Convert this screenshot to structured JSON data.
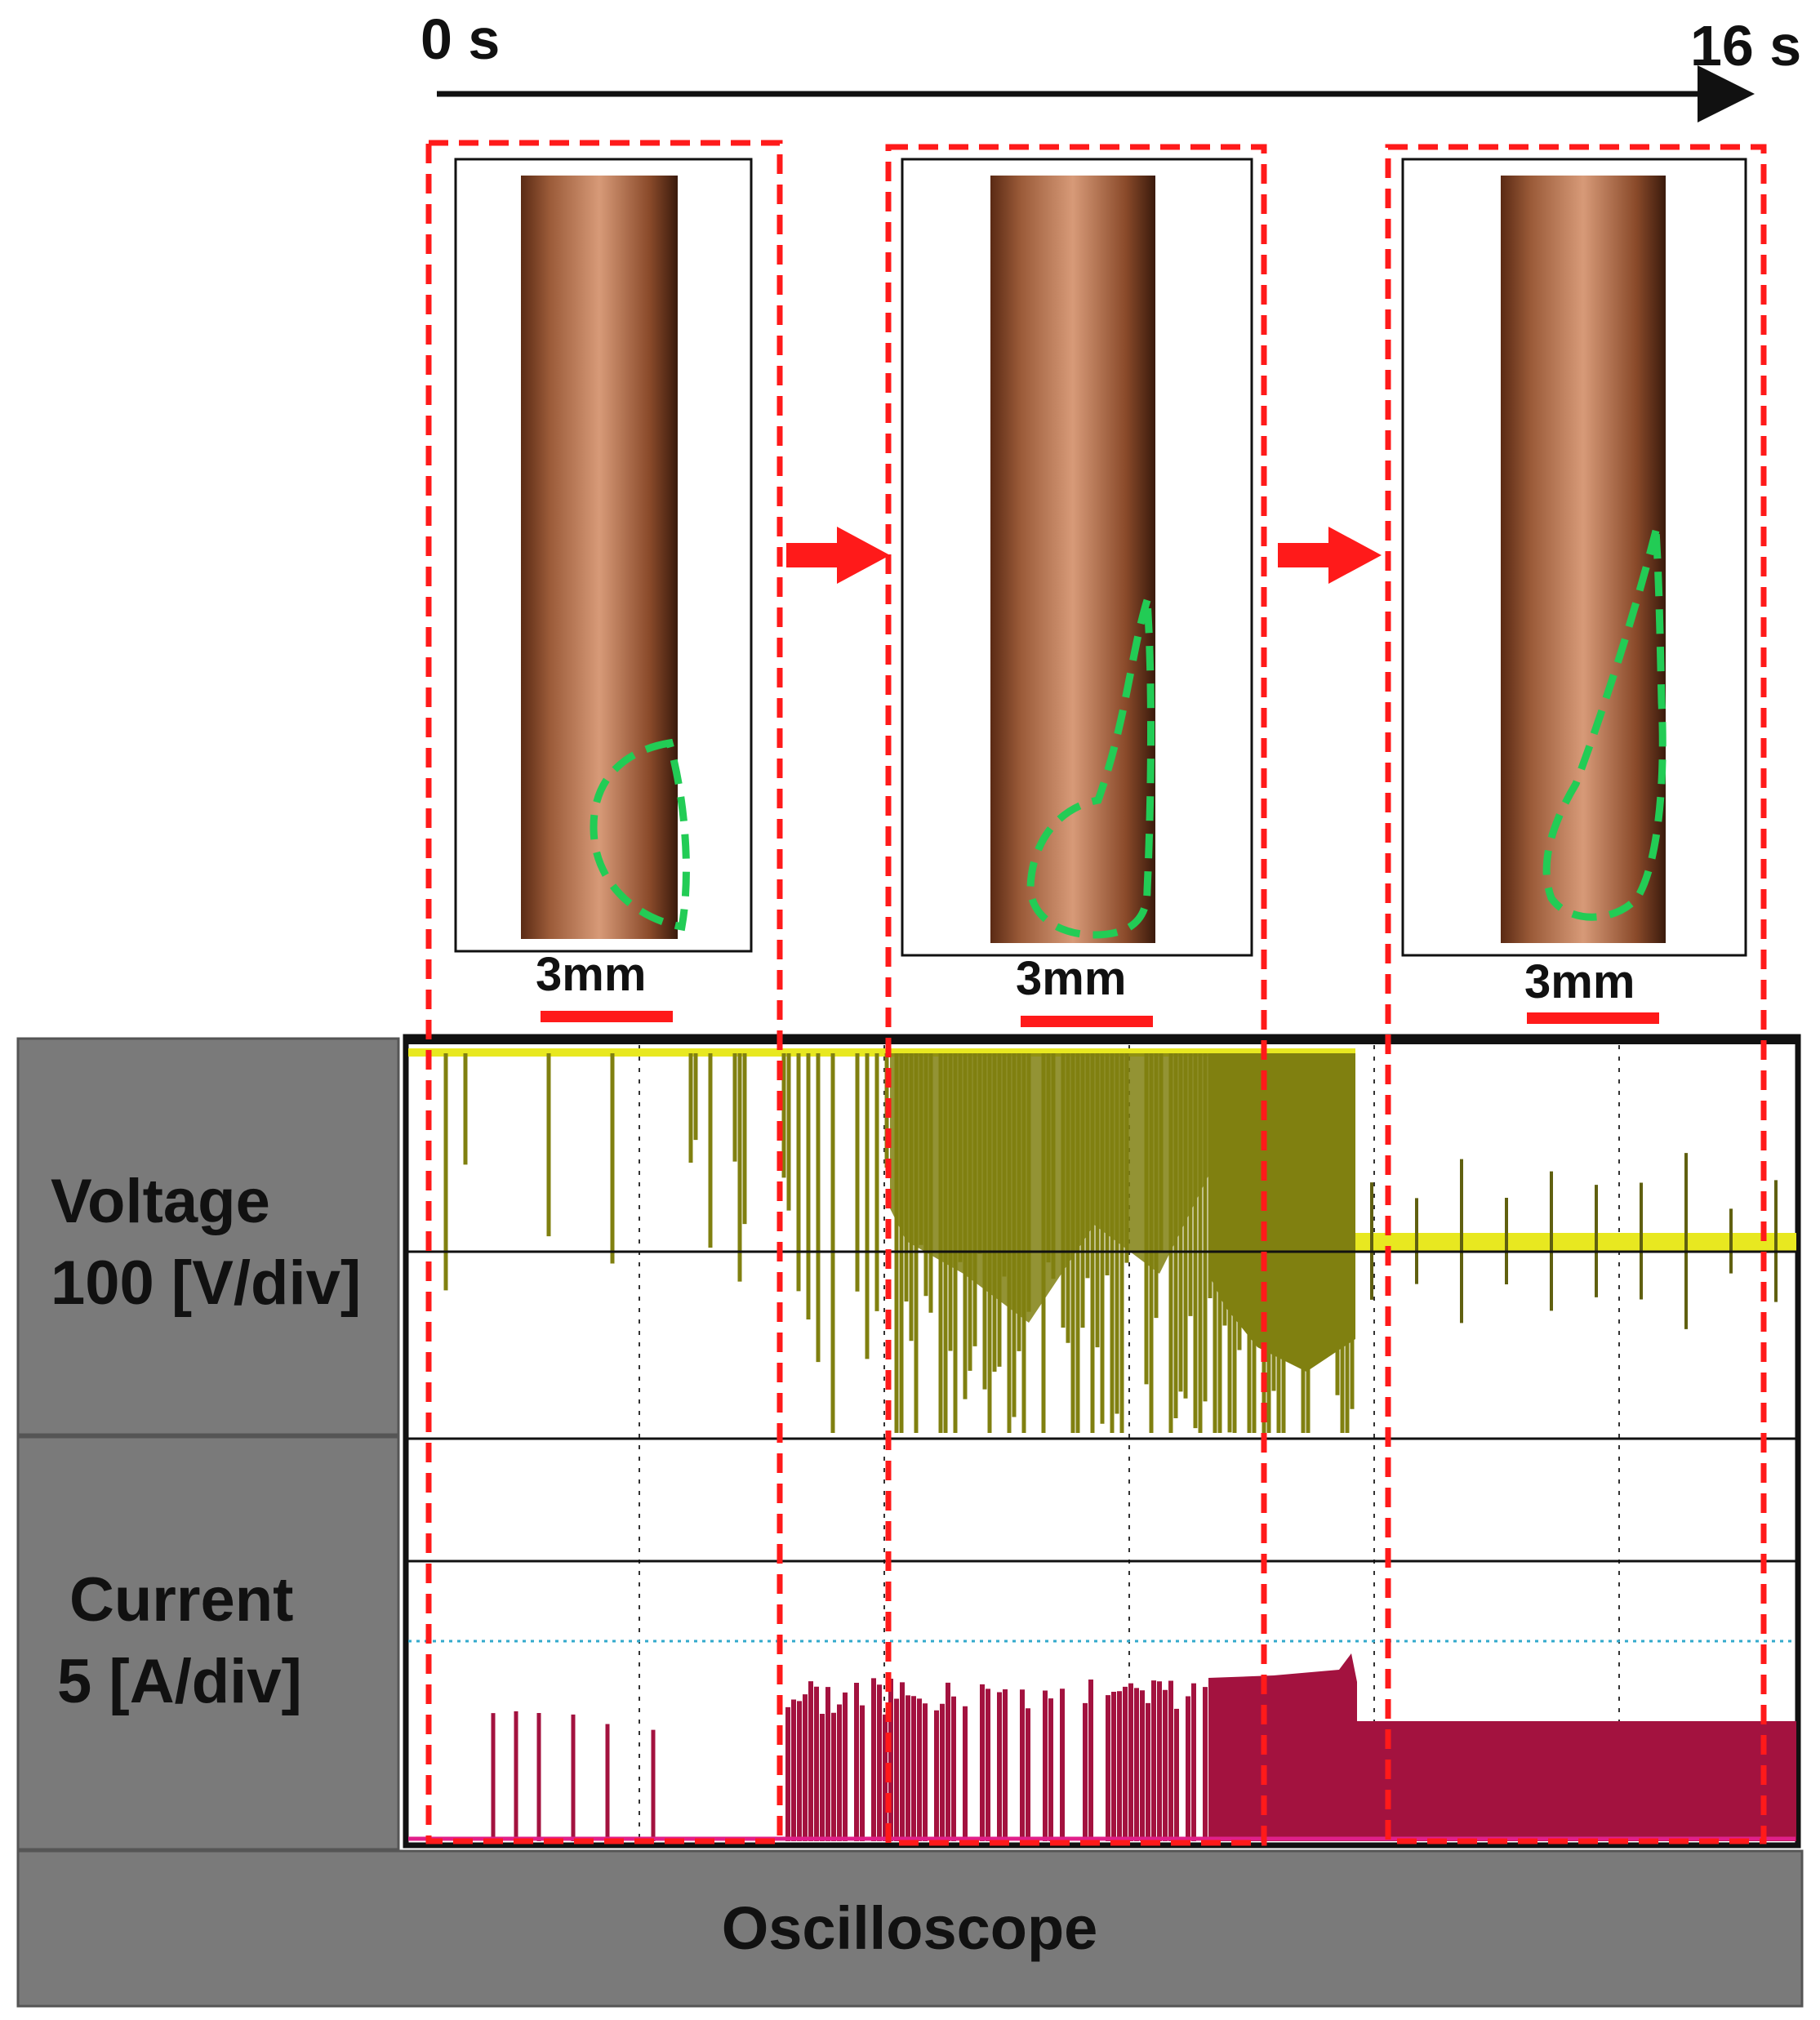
{
  "timeline": {
    "start_label": "0 s",
    "end_label": "16 s"
  },
  "frames": [
    {
      "scale_label": "3mm",
      "crack_extent": 0.28
    },
    {
      "scale_label": "3mm",
      "crack_extent": 0.48
    },
    {
      "scale_label": "3mm",
      "crack_extent": 0.6
    }
  ],
  "panels": {
    "voltage": {
      "name": "Voltage",
      "scale": "100 [V/div]"
    },
    "current": {
      "name": "Current",
      "scale": "5 [A/div]"
    },
    "instrument": "Oscilloscope"
  },
  "colors": {
    "highlight_box": "#ff1a1a",
    "crack_outline": "#22cc55",
    "electrode": "#b8734c",
    "voltage_trace": "#808010",
    "voltage_baseline": "#e8e820",
    "current_trace": "#a3123f",
    "panel_gray": "#7a7a7a"
  }
}
